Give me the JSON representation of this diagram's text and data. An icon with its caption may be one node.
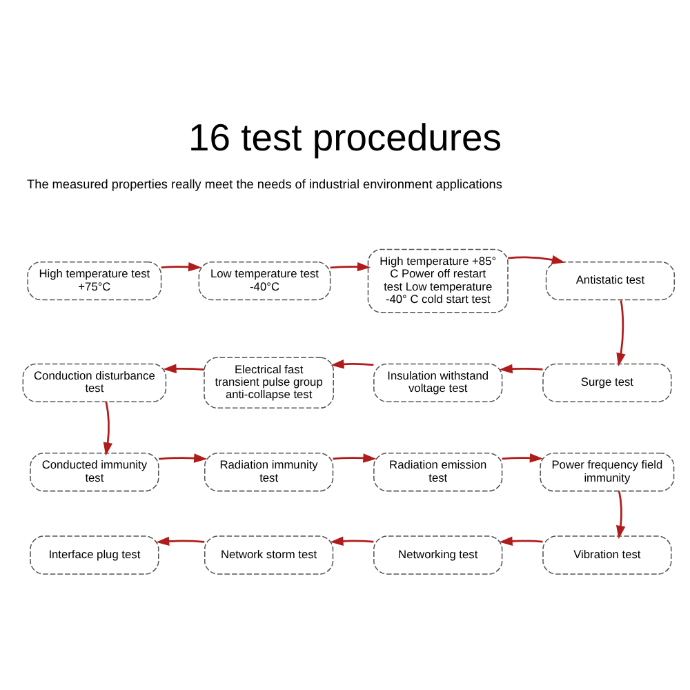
{
  "diagram": {
    "title": "16 test procedures",
    "nodes": [
      {
        "text": [
          "High temperature test +75°C"
        ]
      },
      {
        "text": [
          "Low temperature test -40°C"
        ]
      },
      {
        "text": [
          "High temperature +85° C Power off restart test Low temperature -40° C cold start test"
        ]
      },
      {
        "text": [
          "Antistatic test"
        ]
      },
      {
        "text": [
          "Surge test"
        ]
      },
      {
        "text": [
          "Insulation withstand voltage test"
        ]
      },
      {
        "text": [
          "Electrical fast transient pulse group anti-collapse test"
        ]
      },
      {
        "text": [
          "Conduction disturbance test"
        ]
      },
      {
        "text": [
          "Conducted immunity test"
        ]
      },
      {
        "text": [
          "Radiation immunity test"
        ]
      },
      {
        "text": [
          "Radiation emission test"
        ]
      },
      {
        "text": [
          "Power frequency field immunity"
        ]
      },
      {
        "text": [
          "Vibration test"
        ]
      },
      {
        "text": [
          "Networking test"
        ]
      },
      {
        "text": [
          "Network storm test"
        ]
      },
      {
        "text": [
          "Interface plug test"
        ]
      }
    ],
    "edges": [
      {
        "from": 0,
        "to": 1,
        "arrow": "to"
      },
      {
        "from": 1,
        "to": 2,
        "arrow": "to"
      },
      {
        "from": 2,
        "to": 3,
        "arrow": "to"
      },
      {
        "from": 3,
        "to": 4,
        "arrow": "to"
      },
      {
        "from": 4,
        "to": 5,
        "arrow": "to"
      },
      {
        "from": 5,
        "to": 6,
        "arrow": "to"
      },
      {
        "from": 6,
        "to": 7,
        "arrow": "to"
      },
      {
        "from": 7,
        "to": 8,
        "arrow": "to"
      },
      {
        "from": 8,
        "to": 9,
        "arrow": "to"
      },
      {
        "from": 9,
        "to": 10,
        "arrow": "to"
      },
      {
        "from": 10,
        "to": 11,
        "arrow": "to"
      },
      {
        "from": 11,
        "to": 12,
        "arrow": "to"
      },
      {
        "from": 12,
        "to": 13,
        "arrow": "to"
      },
      {
        "from": 13,
        "to": 14,
        "arrow": "to"
      },
      {
        "from": 14,
        "to": 15,
        "arrow": "to"
      }
    ],
    "labels": [
      "The measured properties really meet the needs of industrial environment applications"
    ]
  }
}
